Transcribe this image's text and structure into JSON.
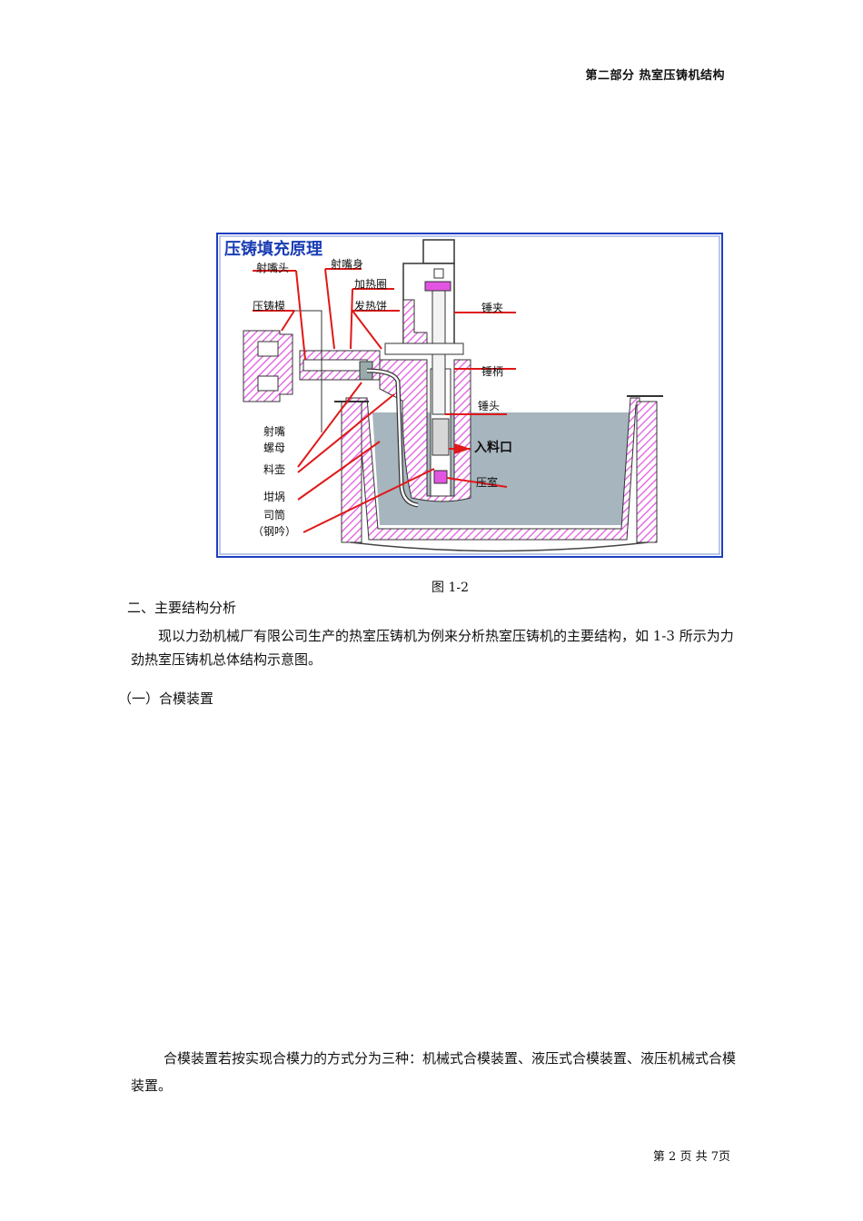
{
  "header": {
    "title": "第二部分  热室压铸机结构"
  },
  "figure": {
    "title": "压铸填充原理",
    "labels": {
      "nozzle_head": "射嘴头",
      "nozzle_body": "射嘴身",
      "heating_ring": "加热圈",
      "heating_cake": "发热饼",
      "die": "压铸模",
      "hammer_clamp": "锤夹",
      "hammer_handle": "锤柄",
      "hammer_head": "锤头",
      "inlet": "入料口",
      "nozzle_nut_1": "射嘴",
      "nozzle_nut_2": "螺母",
      "gooseneck": "料壶",
      "crucible": "坩埚",
      "sleeve_1": "司筒",
      "sleeve_2": "（钢吟）",
      "chamber": "压室"
    },
    "caption": "图 1-2"
  },
  "content": {
    "heading2": "二、主要结构分析",
    "body1": "现以力劲机械厂有限公司生产的热室压铸机为例来分析热室压铸机的主要结构，如 1-3 所示为力劲热室压铸机总体结构示意图。",
    "heading3": "（一）合模装置",
    "body2": "合模装置若按实现合模力的方式分为三种：机械式合模装置、液压式合模装置、液压机械式合模装置。"
  },
  "footer": {
    "page_info": "第 2 页 共 7页"
  },
  "colors": {
    "frame_blue": "#1c3fbf",
    "hatch_magenta": "#e255e2",
    "melt_gray": "#a7b5be",
    "leader_red": "#e01818"
  }
}
